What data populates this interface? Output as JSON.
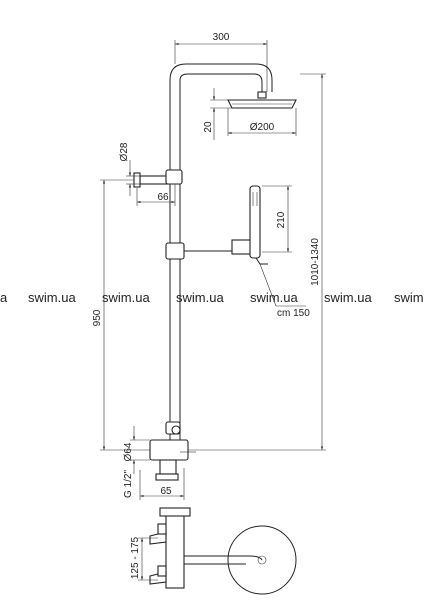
{
  "dimensions": {
    "arm_length": "300",
    "head_thickness": "20",
    "head_diameter": "Ø200",
    "bracket_diameter": "Ø28",
    "bracket_offset": "66",
    "hand_shower_length": "210",
    "total_height": "1010-1340",
    "pipe_height": "950",
    "hose_length": "cm 150",
    "mixer_diameter": "Ø64",
    "connection_thread": "G 1/2\"",
    "mixer_offset": "65",
    "center_distance": "125 - 175"
  },
  "watermark": {
    "text_left": "a",
    "text": "swim.ua",
    "text_right": "swim"
  }
}
